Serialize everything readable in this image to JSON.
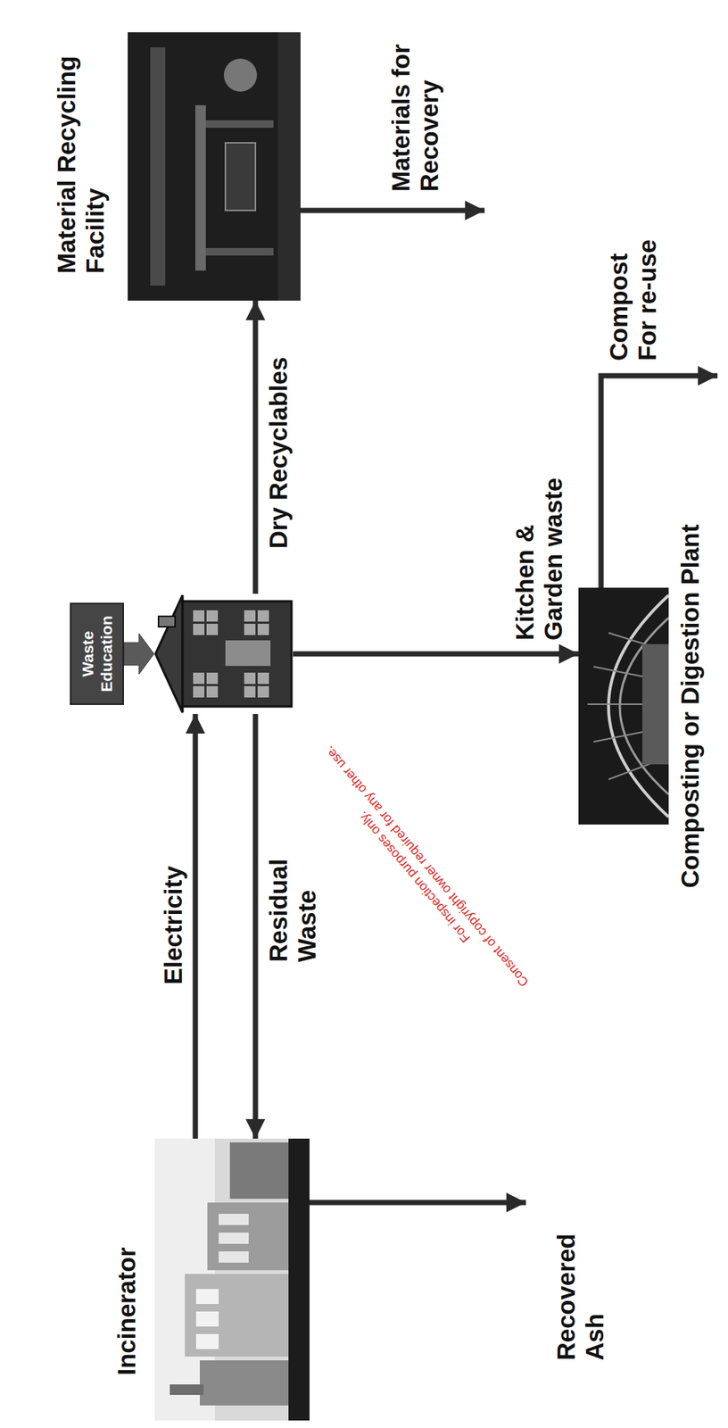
{
  "diagram": {
    "nodes": [
      {
        "text": [
          "Incinerator"
        ]
      },
      {
        "text": [
          "Waste Education"
        ]
      },
      {
        "text": [
          "Material Recycling Facility"
        ]
      },
      {
        "text": []
      },
      {
        "text": [
          "Composting or Digestion Plant"
        ]
      }
    ],
    "edges": [
      {
        "from": 0,
        "to": 3,
        "label": "Electricity",
        "arrow": "to"
      },
      {
        "from": 3,
        "to": 0,
        "label": "Residual Waste",
        "arrow": "to"
      },
      {
        "from": 1,
        "to": 3,
        "arrow": "to"
      },
      {
        "from": 3,
        "to": 2,
        "label": "Dry Recyclables",
        "arrow": "to"
      },
      {
        "from": 3,
        "to": 4,
        "label": "Kitchen & Garden waste",
        "arrow": "to"
      }
    ],
    "labels": [
      "Materials for Recovery",
      "Compost For re-use",
      "Recovered Ash",
      "For inspection purposes only.",
      "Consent of copyright owner required for any other use."
    ]
  }
}
